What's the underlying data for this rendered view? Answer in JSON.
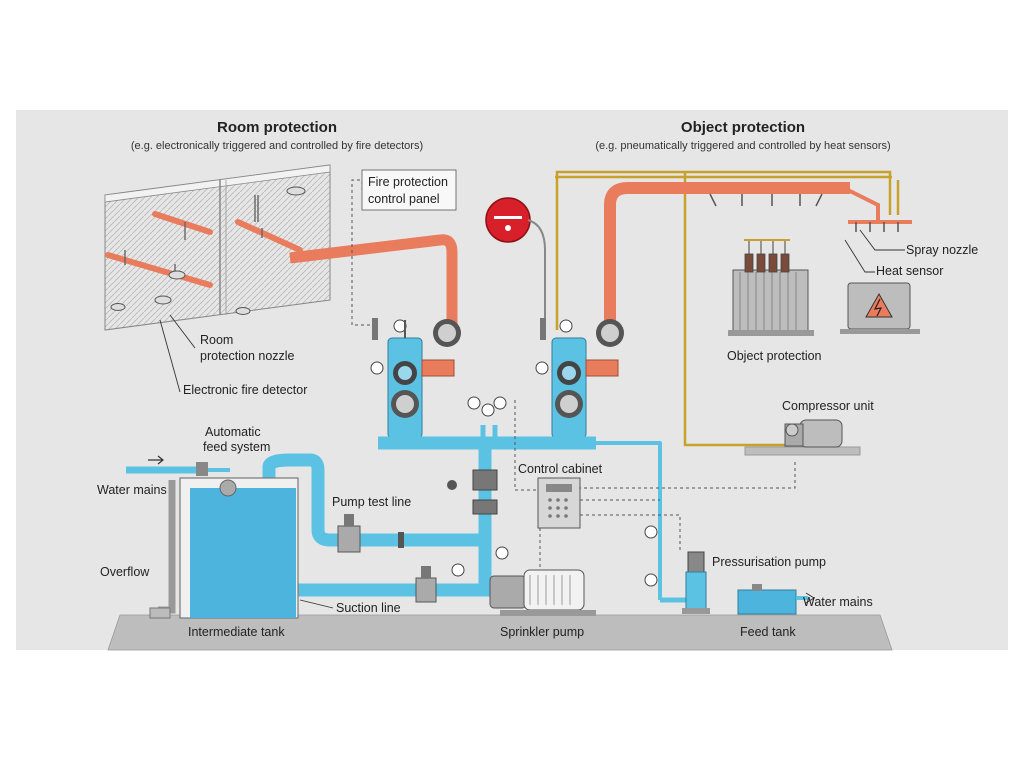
{
  "colors": {
    "background": "#e6e6e6",
    "water_pipe": "#5cc2e4",
    "sprinkler_pipe": "#ea7c5e",
    "pneumatic_line": "#c8a12a",
    "tank_water": "#4db5dd",
    "floor": "#bdbdbd"
  },
  "room_protection": {
    "title": "Room protection",
    "subtitle": "(e.g. electronically triggered and controlled by fire detectors)"
  },
  "object_protection": {
    "title": "Object protection",
    "subtitle": "(e.g. pneumatically triggered and controlled by heat sensors)"
  },
  "labels": {
    "fire_panel_line1": "Fire protection",
    "fire_panel_line2": "control panel",
    "room_nozzle_line1": "Room",
    "room_nozzle_line2": "protection nozzle",
    "fire_detector": "Electronic fire detector",
    "spray_nozzle": "Spray nozzle",
    "heat_sensor": "Heat sensor",
    "object_protection_label": "Object protection",
    "compressor_unit": "Compressor unit",
    "automatic_feed_line1": "Automatic",
    "automatic_feed_line2": "feed system",
    "water_mains_left": "Water mains",
    "overflow": "Overflow",
    "pump_test_line": "Pump test line",
    "control_cabinet": "Control cabinet",
    "suction_line": "Suction line",
    "intermediate_tank": "Intermediate tank",
    "sprinkler_pump": "Sprinkler pump",
    "pressurisation_pump": "Pressurisation pump",
    "water_mains_right": "Water mains",
    "feed_tank": "Feed tank"
  },
  "icons": {
    "alarm_bell": "alarm-bell-icon",
    "warning": "electrical-hazard-icon"
  }
}
